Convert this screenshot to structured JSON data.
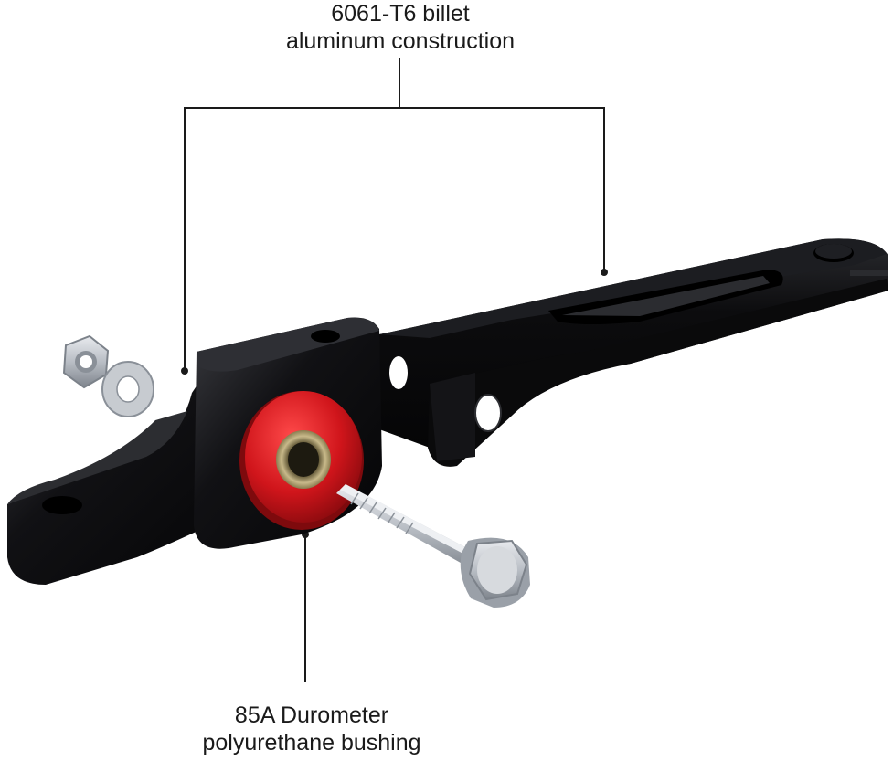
{
  "callouts": {
    "top": {
      "line1": "6061-T6 billet",
      "line2": "aluminum construction"
    },
    "bottom": {
      "line1": "85A Durometer",
      "line2": "polyurethane bushing"
    }
  },
  "colors": {
    "bracket": "#0d0d0f",
    "bushing": "#c8141a",
    "metal": "#c9ccd0",
    "leader": "#1a1a1a"
  }
}
